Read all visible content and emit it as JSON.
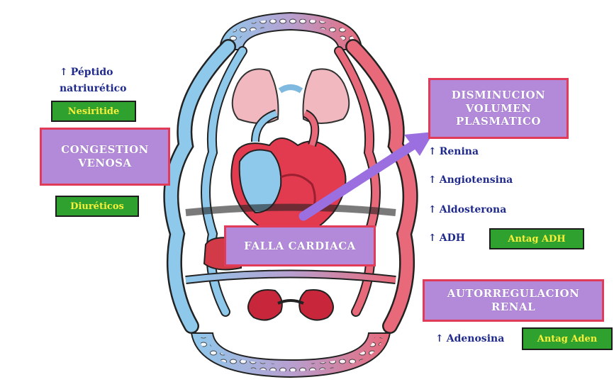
{
  "left": {
    "peptido_line1": "Péptido",
    "peptido_line2": "natriurético",
    "nesiritide": "Nesiritide",
    "congestion_line1": "CONGESTION",
    "congestion_line2": "VENOSA",
    "diureticos": "Diuréticos"
  },
  "center": {
    "falla": "FALLA CARDIACA"
  },
  "right": {
    "disminucion_line1": "DISMINUCION",
    "disminucion_line2": "VOLUMEN",
    "disminucion_line3": "PLASMATICO",
    "renina": "Renina",
    "angiotensina": "Angiotensina",
    "aldosterona": "Aldosterona",
    "adh": "ADH",
    "antag_adh": "Antag ADH",
    "autorregulacion_line1": "AUTORREGULACION",
    "autorregulacion_line2": "RENAL",
    "adenosina": "Adenosina",
    "antag_aden": "Antag Aden"
  },
  "arrow_glyph": "↑",
  "colors": {
    "venous": "#8ec9ec",
    "arterial": "#e8697a",
    "box_fill": "#b38ad9",
    "box_border": "#e03c5a",
    "green_fill": "#2fa12f",
    "green_text": "#f7ef3a",
    "label_text": "#1f2a8c"
  }
}
